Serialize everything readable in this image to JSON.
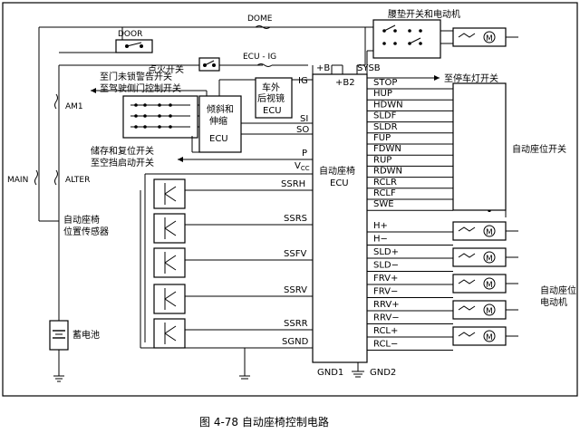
{
  "caption": "图 4-78  自动座椅控制电路",
  "labels": {
    "dome": "DOME",
    "door": "DOOR",
    "ignition_switch": "点火开关",
    "ecu_ig": "ECU - IG",
    "plus_b": "+B",
    "plus_b2": "+B2",
    "sysb": "SYSB",
    "lumbar_switch_motor": "腰垫开关和电动机",
    "to_stop_lamp_switch": "至停车灯开关",
    "to_door_unlock_warning": "至门未锁警告开关",
    "to_driver_door_control": "至驾驶侧门控制开关",
    "am1": "AM1",
    "main": "MAIN",
    "alter": "ALTER",
    "tilt_tele_1": "倾斜和",
    "tilt_tele_2": "伸缩",
    "tilt_ecu": "ECU",
    "mirror_1": "车外",
    "mirror_2": "后视镜",
    "mirror_3": "ECU",
    "memory_reset": "储存和复位开关",
    "to_neutral_start": "至空挡启动开关",
    "seat_sensor_1": "自动座椅",
    "seat_sensor_2": "位置传感器",
    "battery": "蓄电池",
    "seat_ecu_1": "自动座椅",
    "seat_ecu_2": "ECU",
    "auto_seat_switch": "自动座位开关",
    "auto_seat_motor_1": "自动座位",
    "auto_seat_motor_2": "电动机",
    "gnd1": "GND1",
    "gnd2": "GND2"
  },
  "pins_left": {
    "ig": "IG",
    "si": "SI",
    "so": "SO",
    "p": "P",
    "vcc": "VCC",
    "ssrh": "SSRH",
    "ssrs": "SSRS",
    "ssfv": "SSFV",
    "ssrv": "SSRV",
    "ssrr": "SSRR",
    "sgnd": "SGND"
  },
  "pins_switch": [
    "STOP",
    "HUP",
    "HDWN",
    "SLDF",
    "SLDR",
    "FUP",
    "FDWN",
    "RUP",
    "RDWN",
    "RCLR",
    "RCLF",
    "SWE"
  ],
  "pins_motor": [
    "H+",
    "H−",
    "SLD+",
    "SLD−",
    "FRV+",
    "FRV−",
    "RRV+",
    "RRV−",
    "RCL+",
    "RCL−"
  ],
  "motor_symbol": "M"
}
